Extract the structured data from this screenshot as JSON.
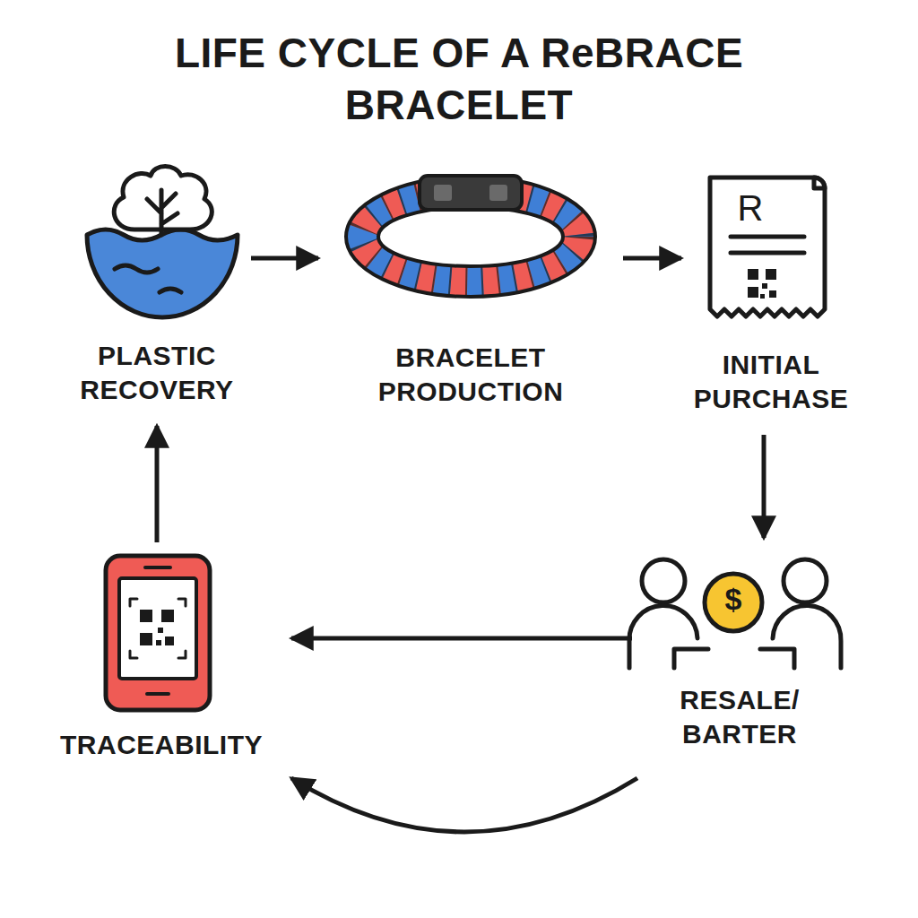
{
  "diagram": {
    "title": "LIFE CYCLE OF A ReBRACE BRACELET",
    "nodes": [
      {
        "text": [
          "PLASTIC RECOVERY"
        ]
      },
      {
        "text": [
          "BRACELET PRODUCTION"
        ]
      },
      {
        "text": [
          "INITIAL PURCHASE"
        ]
      },
      {
        "text": [
          "TRACEABILITY"
        ]
      },
      {
        "text": [
          "RESALE/ BARTER"
        ]
      }
    ],
    "edges": [
      {
        "from": 0,
        "to": 1,
        "arrow": "to"
      },
      {
        "from": 1,
        "to": 2,
        "arrow": "to"
      },
      {
        "from": 2,
        "to": 4,
        "arrow": "to"
      },
      {
        "from": 4,
        "to": 3,
        "arrow": "to"
      },
      {
        "from": 4,
        "to": 3,
        "arrow": "to"
      },
      {
        "from": 3,
        "to": 0,
        "arrow": "to"
      }
    ],
    "labels": [
      "R",
      "$"
    ]
  }
}
